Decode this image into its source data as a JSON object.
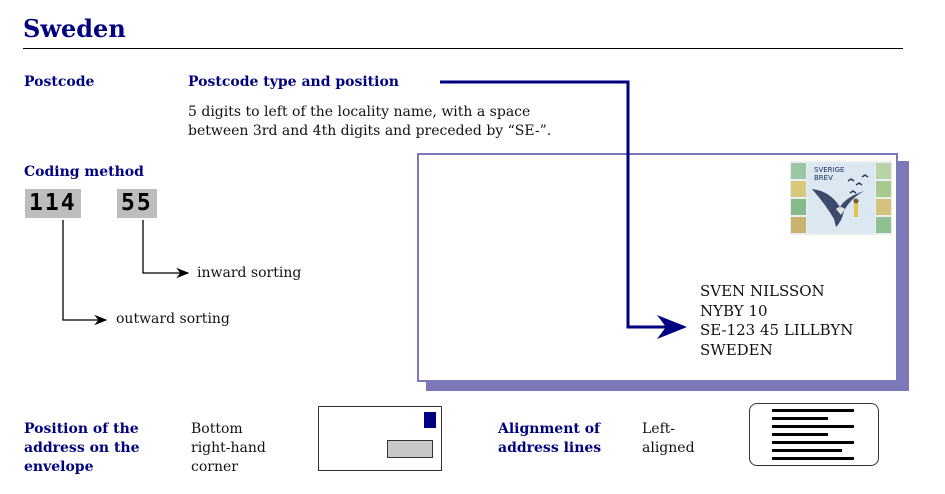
{
  "title": "Sweden",
  "postcode": {
    "label": "Postcode",
    "type_heading": "Postcode type and position",
    "description_line1": "5 digits to left of the locality name, with a space",
    "description_line2": "between 3rd and 4th digits and preceded by “SE-”."
  },
  "coding": {
    "label": "Coding method",
    "outward_digits": "114",
    "inward_digits": "55",
    "inward_label": "inward sorting",
    "outward_label": "outward sorting"
  },
  "envelope": {
    "address_lines": [
      "SVEN NILSSON",
      "NYBY 10",
      "SE-123 45 LILLBYN",
      "SWEDEN"
    ],
    "stamp_text_line1": "SVERIGE",
    "stamp_text_line2": "BREV"
  },
  "position": {
    "label_line1": "Position of the",
    "label_line2": "address on  the",
    "label_line3": "envelope",
    "value_line1": "Bottom",
    "value_line2": "right-hand",
    "value_line3": "corner"
  },
  "alignment": {
    "label_line1": "Alignment of",
    "label_line2": "address lines",
    "value_line1": "Left-",
    "value_line2": "aligned"
  },
  "colors": {
    "heading": "#000080",
    "envelope_border": "#7d78b9",
    "arrow_line": "#000080",
    "digit_box": "#bdbdbd"
  }
}
